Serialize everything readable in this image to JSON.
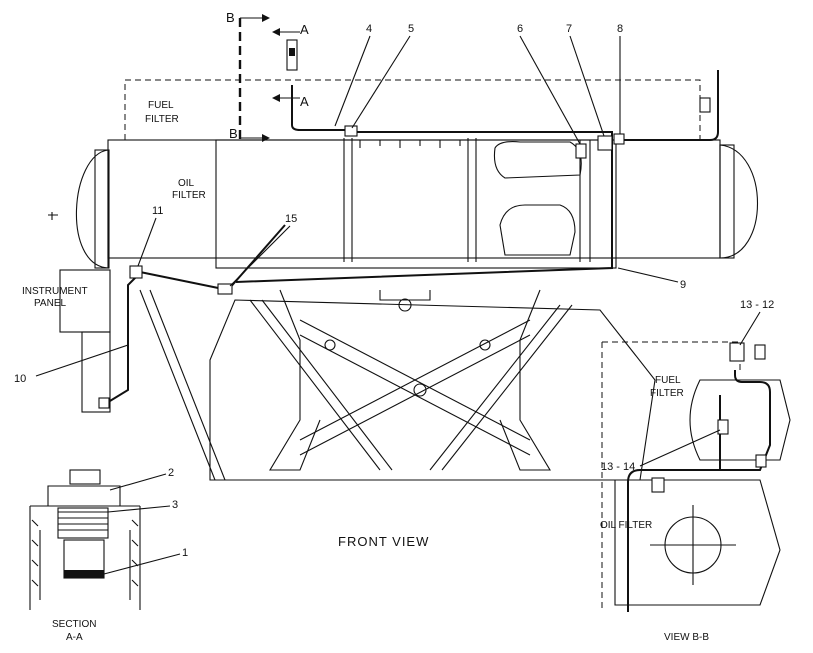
{
  "labels": {
    "section_b_top": "B",
    "section_a_top": "A",
    "section_a_bottom": "A",
    "section_b_mid": "B",
    "fuel_filter_line1": "FUEL",
    "fuel_filter_line2": "FILTER",
    "oil_filter_line1": "OIL",
    "oil_filter_line2": "FILTER",
    "instrument_panel_line1": "INSTRUMENT",
    "instrument_panel_line2": "PANEL",
    "front_view": "FRONT  VIEW",
    "section_aa_line1": "SECTION",
    "section_aa_line2": "A-A",
    "view_bb_fuel_filter_line1": "FUEL",
    "view_bb_fuel_filter_line2": "FILTER",
    "view_bb_oil_filter": "OIL  FILTER",
    "view_bb": "VIEW  B-B"
  },
  "callouts": {
    "c1": "1",
    "c2": "2",
    "c3": "3",
    "c4": "4",
    "c5": "5",
    "c6": "6",
    "c7": "7",
    "c8": "8",
    "c9": "9",
    "c10": "10",
    "c11": "11",
    "c15": "15",
    "c13_12": "13 - 12",
    "c13_14": "13 - 14"
  }
}
